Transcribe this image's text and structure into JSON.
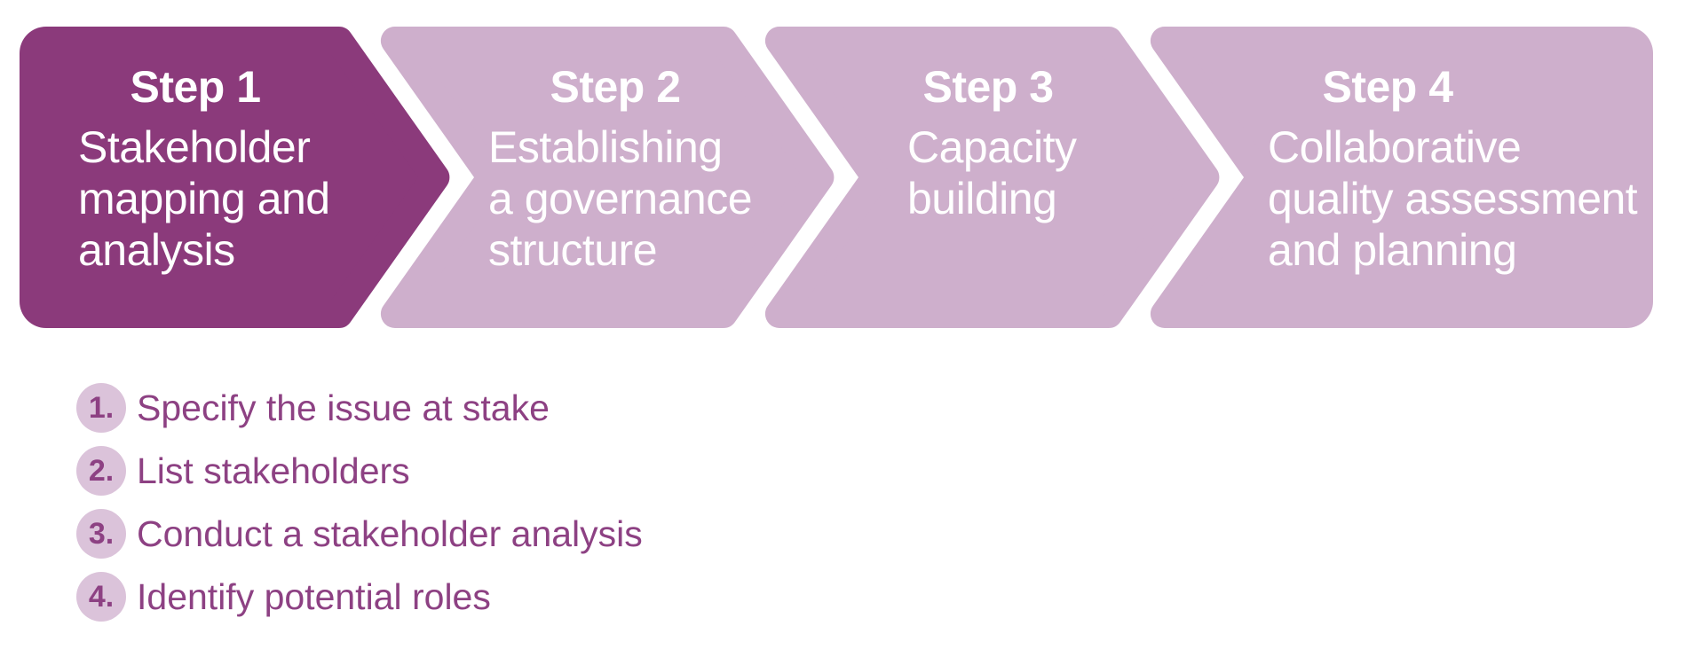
{
  "banner": {
    "steps": [
      {
        "label": "Step 1",
        "title": "Stakeholder\nmapping and\nanalysis",
        "state": "active"
      },
      {
        "label": "Step 2",
        "title": "Establishing\na governance\nstructure",
        "state": "inactive"
      },
      {
        "label": "Step 3",
        "title": "Capacity\nbuilding",
        "state": "inactive"
      },
      {
        "label": "Step 4",
        "title": "Collaborative\nquality assessment\nand planning",
        "state": "inactive"
      }
    ]
  },
  "checklist": {
    "items": [
      {
        "number": "1.",
        "text": "Specify the issue at stake"
      },
      {
        "number": "2.",
        "text": "List stakeholders"
      },
      {
        "number": "3.",
        "text": "Conduct a stakeholder analysis"
      },
      {
        "number": "4.",
        "text": "Identify potential roles"
      }
    ]
  },
  "colors": {
    "step_active_bg": "#8b3a7b",
    "step_inactive_bg": "#ceafcc",
    "step_text": "#ffffff",
    "bullet_circle_bg": "#dbc3da",
    "list_text": "#8d4183",
    "page_bg": "#ffffff"
  }
}
